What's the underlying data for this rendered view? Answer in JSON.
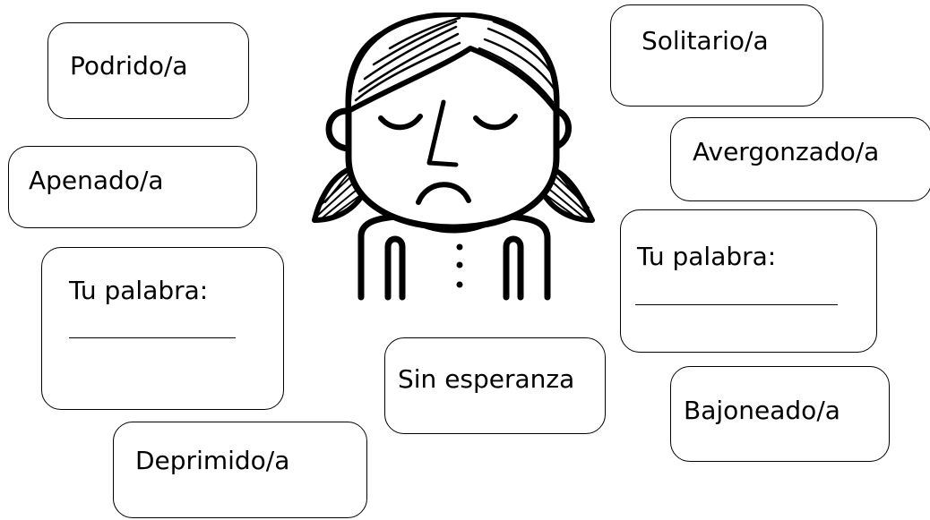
{
  "cards": {
    "podrido": "Podrido/a",
    "solitario": "Solitario/a",
    "apenado": "Apenado/a",
    "avergonzado": "Avergonzado/a",
    "tu_palabra_left": "Tu palabra:",
    "tu_palabra_right": "Tu palabra:",
    "sin_esperanza": "Sin esperanza",
    "bajoneado": "Bajoneado/a",
    "deprimido": "Deprimido/a"
  },
  "illustration": {
    "icon": "sad-girl-icon"
  }
}
